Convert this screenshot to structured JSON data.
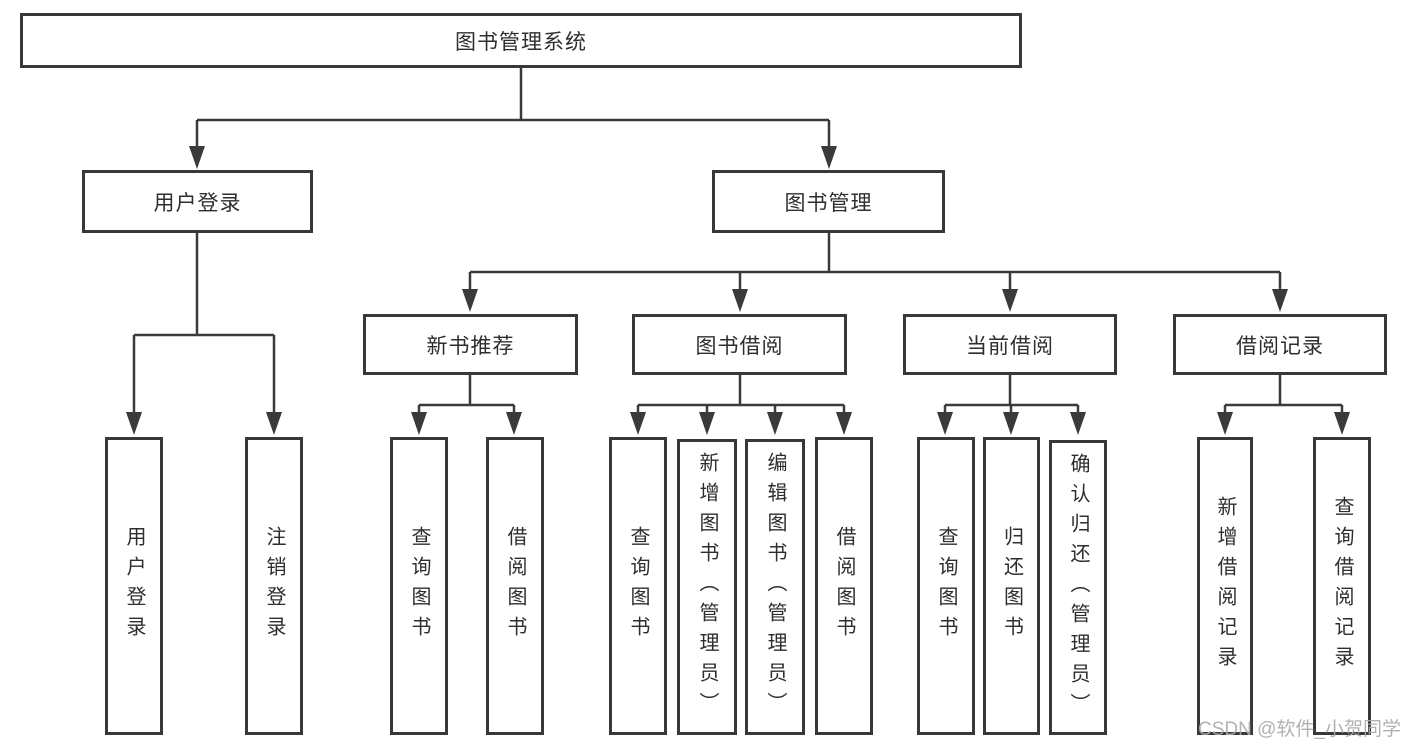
{
  "diagram": {
    "root": {
      "label": "图书管理系统"
    },
    "branches": [
      {
        "label": "用户登录",
        "children": [
          {
            "label": "用户登录"
          },
          {
            "label": "注销登录"
          }
        ]
      },
      {
        "label": "图书管理",
        "sections": [
          {
            "label": "新书推荐",
            "children": [
              {
                "label": "查询图书"
              },
              {
                "label": "借阅图书"
              }
            ]
          },
          {
            "label": "图书借阅",
            "children": [
              {
                "label": "查询图书"
              },
              {
                "label": "新增图书（管理员）"
              },
              {
                "label": "编辑图书（管理员）"
              },
              {
                "label": "借阅图书"
              }
            ]
          },
          {
            "label": "当前借阅",
            "children": [
              {
                "label": "查询图书"
              },
              {
                "label": "归还图书"
              },
              {
                "label": "确认归还（管理员）"
              }
            ]
          },
          {
            "label": "借阅记录",
            "children": [
              {
                "label": "新增借阅记录"
              },
              {
                "label": "查询借阅记录"
              }
            ]
          }
        ]
      }
    ]
  },
  "watermark": {
    "text": "CSDN @软件_小贺同学"
  },
  "colors": {
    "line": "#3a3a3a",
    "box_border": "#383838",
    "text": "#2e2e2e",
    "watermark": "#aaaaaa",
    "background": "#ffffff"
  }
}
